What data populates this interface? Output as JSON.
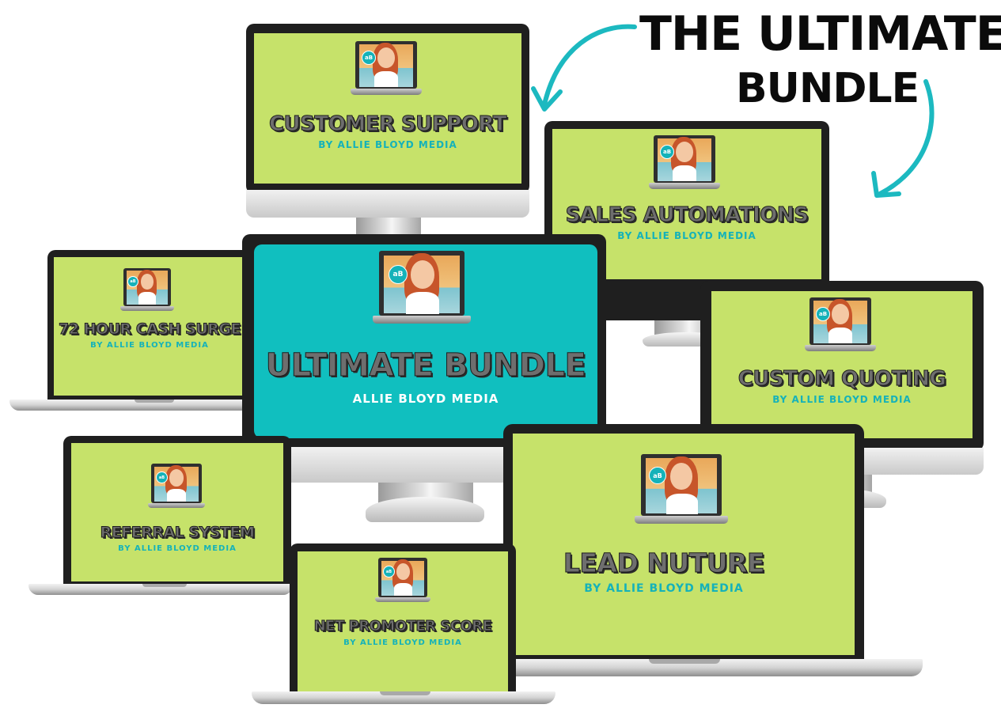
{
  "headline": {
    "line1": "THE ULTIMATE",
    "line2": "BUNDLE"
  },
  "colors": {
    "screen_green": "#c6e26a",
    "screen_teal": "#10bfbf",
    "subtitle_teal": "#15b2b9",
    "arrow_teal": "#1cb9c0"
  },
  "devices": {
    "customer_support": {
      "title": "CUSTOMER SUPPORT",
      "subtitle": "BY ALLIE BLOYD MEDIA"
    },
    "sales_automations": {
      "title": "SALES AUTOMATIONS",
      "subtitle": "BY ALLIE BLOYD MEDIA"
    },
    "cash_surge": {
      "title": "72 HOUR CASH SURGE",
      "subtitle": "BY ALLIE BLOYD MEDIA"
    },
    "ultimate_bundle": {
      "title": "ULTIMATE BUNDLE",
      "subtitle": "ALLIE BLOYD MEDIA"
    },
    "custom_quoting": {
      "title": "CUSTOM QUOTING",
      "subtitle": "BY ALLIE BLOYD MEDIA"
    },
    "referral_system": {
      "title": "REFERRAL SYSTEM",
      "subtitle": "BY ALLIE BLOYD MEDIA"
    },
    "lead_nuture": {
      "title": "LEAD NUTURE",
      "subtitle": "BY ALLIE BLOYD MEDIA"
    },
    "net_promoter": {
      "title": "NET PROMOTER SCORE",
      "subtitle": "BY ALLIE BLOYD MEDIA"
    }
  },
  "logo_text": "aB",
  "icons": [
    "curved-arrow-icon",
    "avatar-laptop-illustration"
  ]
}
